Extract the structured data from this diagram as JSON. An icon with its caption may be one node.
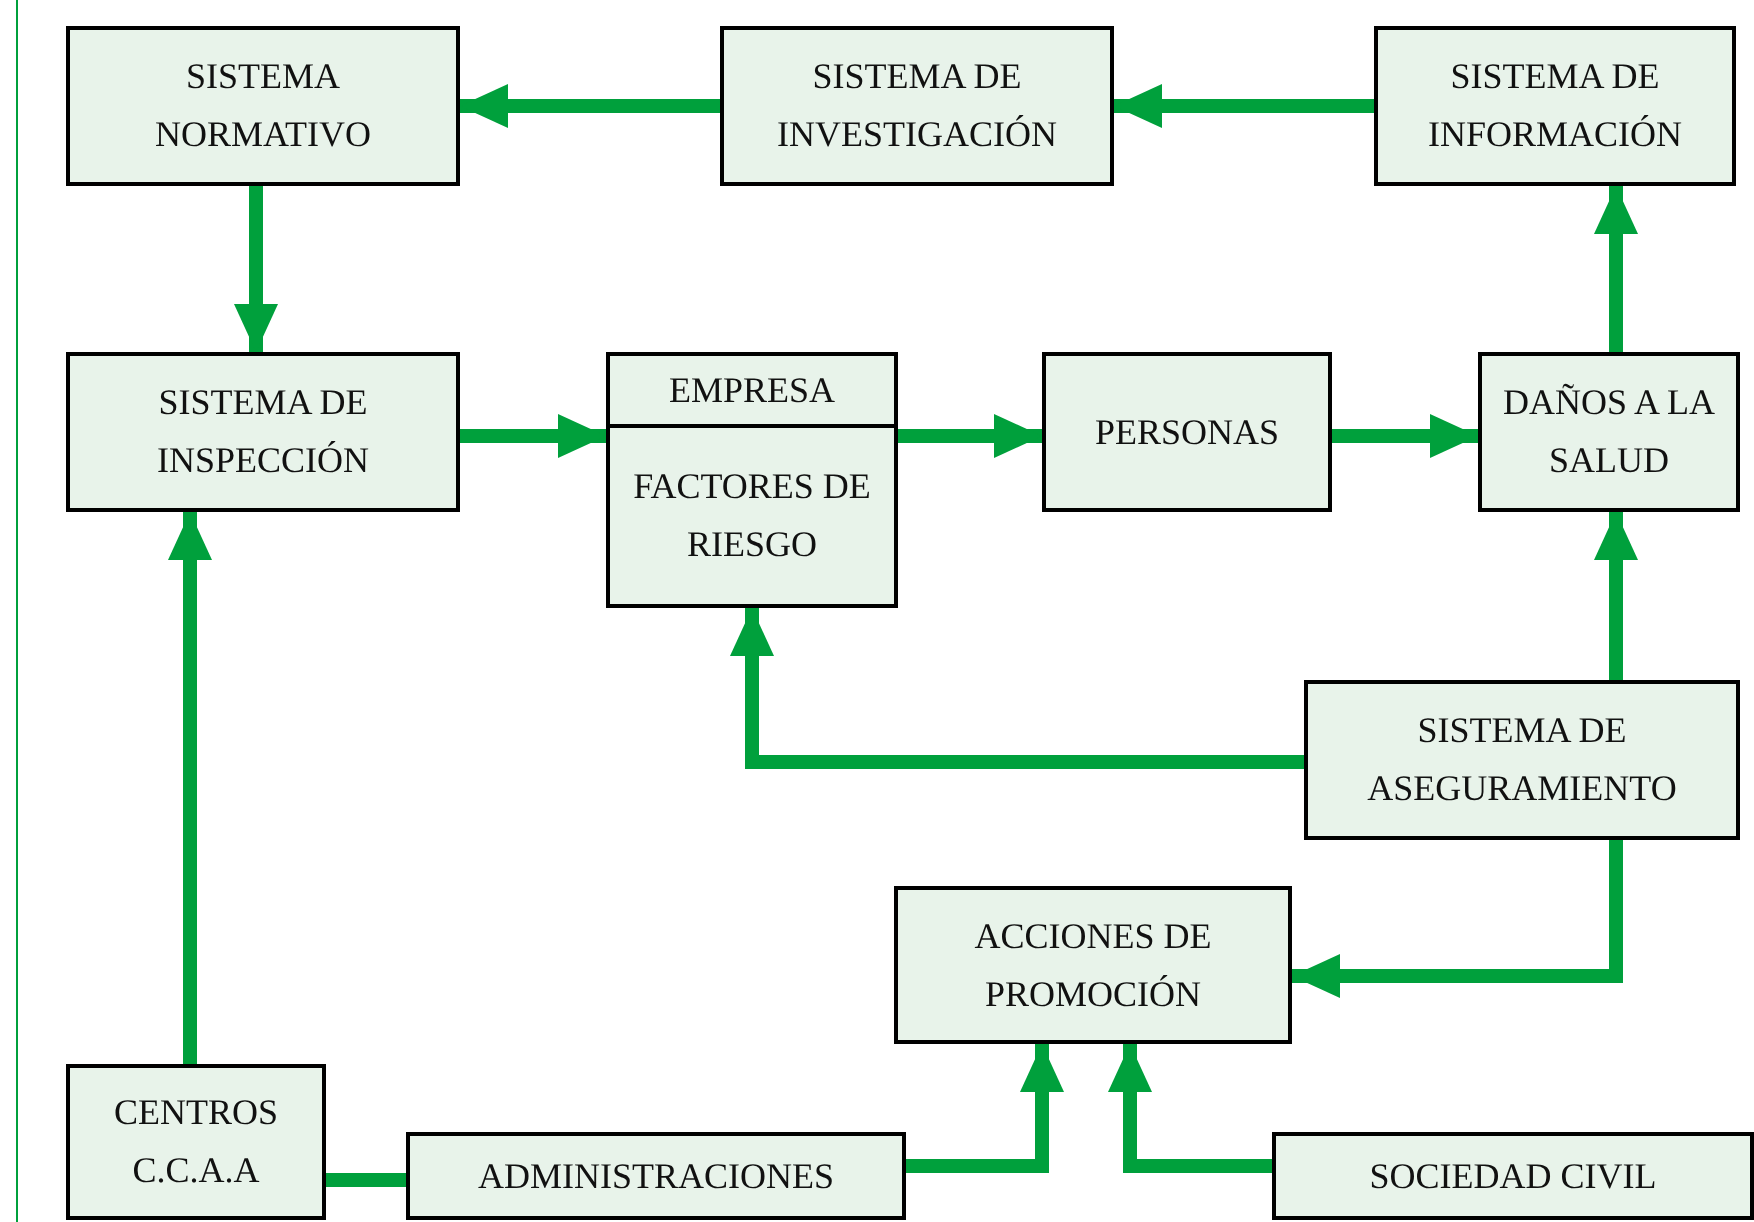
{
  "diagram": {
    "nodes": [
      {
        "text": [
          "SISTEMA NORMATIVO"
        ]
      },
      {
        "text": [
          "SISTEMA DE INVESTIGACIÓN"
        ]
      },
      {
        "text": [
          "SISTEMA DE INFORMACIÓN"
        ]
      },
      {
        "text": [
          "SISTEMA DE INSPECCIÓN"
        ]
      },
      {
        "text": [
          "EMPRESA",
          "FACTORES DE RIESGO"
        ]
      },
      {
        "text": [
          "PERSONAS"
        ]
      },
      {
        "text": [
          "DAÑOS A LA SALUD"
        ]
      },
      {
        "text": [
          "SISTEMA DE ASEGURAMIENTO"
        ]
      },
      {
        "text": [
          "ACCIONES DE PROMOCIÓN"
        ]
      },
      {
        "text": [
          "CENTROS C.C.A.A"
        ]
      },
      {
        "text": [
          "ADMINISTRACIONES"
        ]
      },
      {
        "text": [
          "SOCIEDAD CIVIL"
        ]
      }
    ],
    "edges": [
      {
        "from": 2,
        "to": 1,
        "arrow": "to"
      },
      {
        "from": 1,
        "to": 0,
        "arrow": "to"
      },
      {
        "from": 0,
        "to": 3,
        "arrow": "to"
      },
      {
        "from": 3,
        "to": 4,
        "arrow": "to"
      },
      {
        "from": 4,
        "to": 5,
        "arrow": "to"
      },
      {
        "from": 5,
        "to": 6,
        "arrow": "to"
      },
      {
        "from": 6,
        "to": 2,
        "arrow": "to"
      },
      {
        "from": 7,
        "to": 6,
        "arrow": "to"
      },
      {
        "from": 7,
        "to": 4,
        "arrow": "to"
      },
      {
        "from": 7,
        "to": 8,
        "arrow": "to"
      },
      {
        "from": 9,
        "to": 3,
        "arrow": "to"
      },
      {
        "from": 9,
        "to": 10,
        "arrow": "none"
      },
      {
        "from": 10,
        "to": 8,
        "arrow": "to"
      },
      {
        "from": 11,
        "to": 8,
        "arrow": "to"
      }
    ]
  }
}
